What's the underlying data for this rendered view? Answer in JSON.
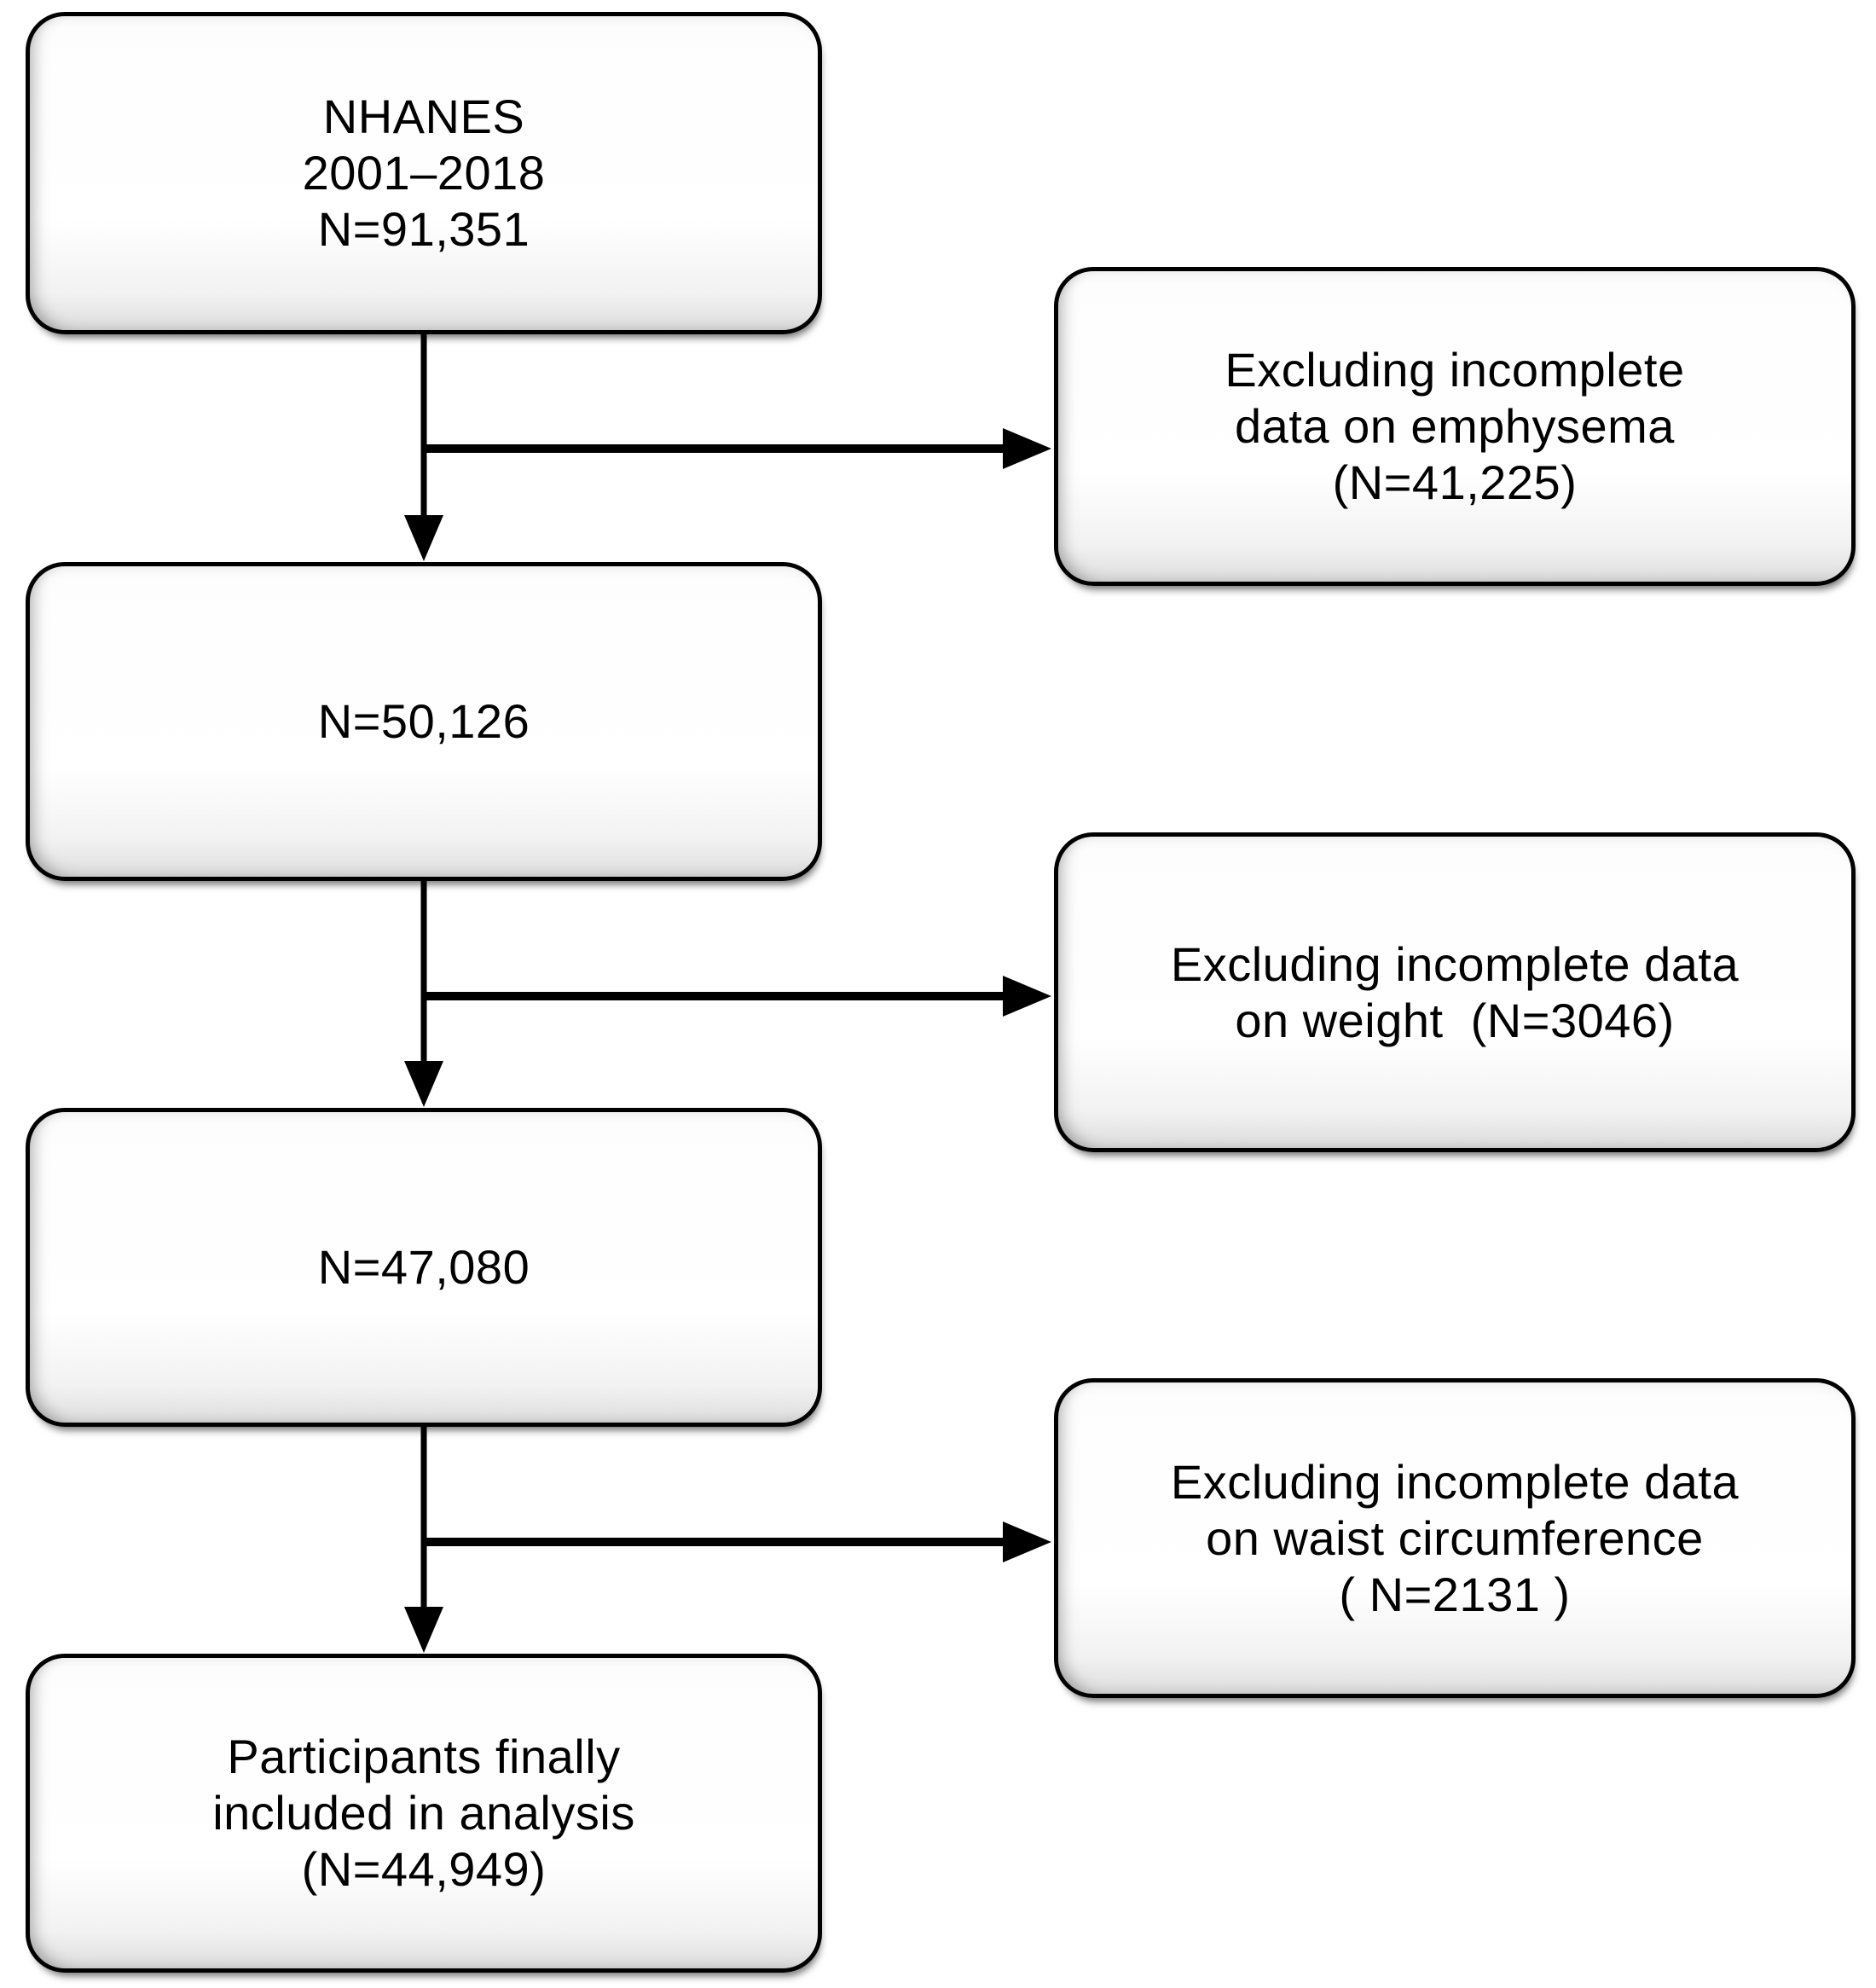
{
  "flowchart": {
    "kind": "participant-selection-flow-diagram",
    "boxes": {
      "initial": {
        "lines": [
          "NHANES",
          "2001–2018",
          "N=91,351"
        ]
      },
      "excl_emphysema": {
        "lines": [
          "Excluding incomplete",
          "data on emphysema",
          "(N=41,225)"
        ]
      },
      "after_emphysema": {
        "lines": [
          "N=50,126"
        ]
      },
      "excl_weight": {
        "lines": [
          "Excluding incomplete data",
          "on weight  (N=3046)"
        ]
      },
      "after_weight": {
        "lines": [
          "N=47,080"
        ]
      },
      "excl_waist": {
        "lines": [
          "Excluding incomplete data",
          "on waist circumference",
          "( N=2131 )"
        ]
      },
      "final": {
        "lines": [
          "Participants finally",
          "included in analysis",
          "(N=44,949)"
        ]
      }
    },
    "colors": {
      "box_fill": "#ffffff",
      "box_border": "#000000",
      "text": "#000000",
      "arrow": "#000000"
    }
  }
}
